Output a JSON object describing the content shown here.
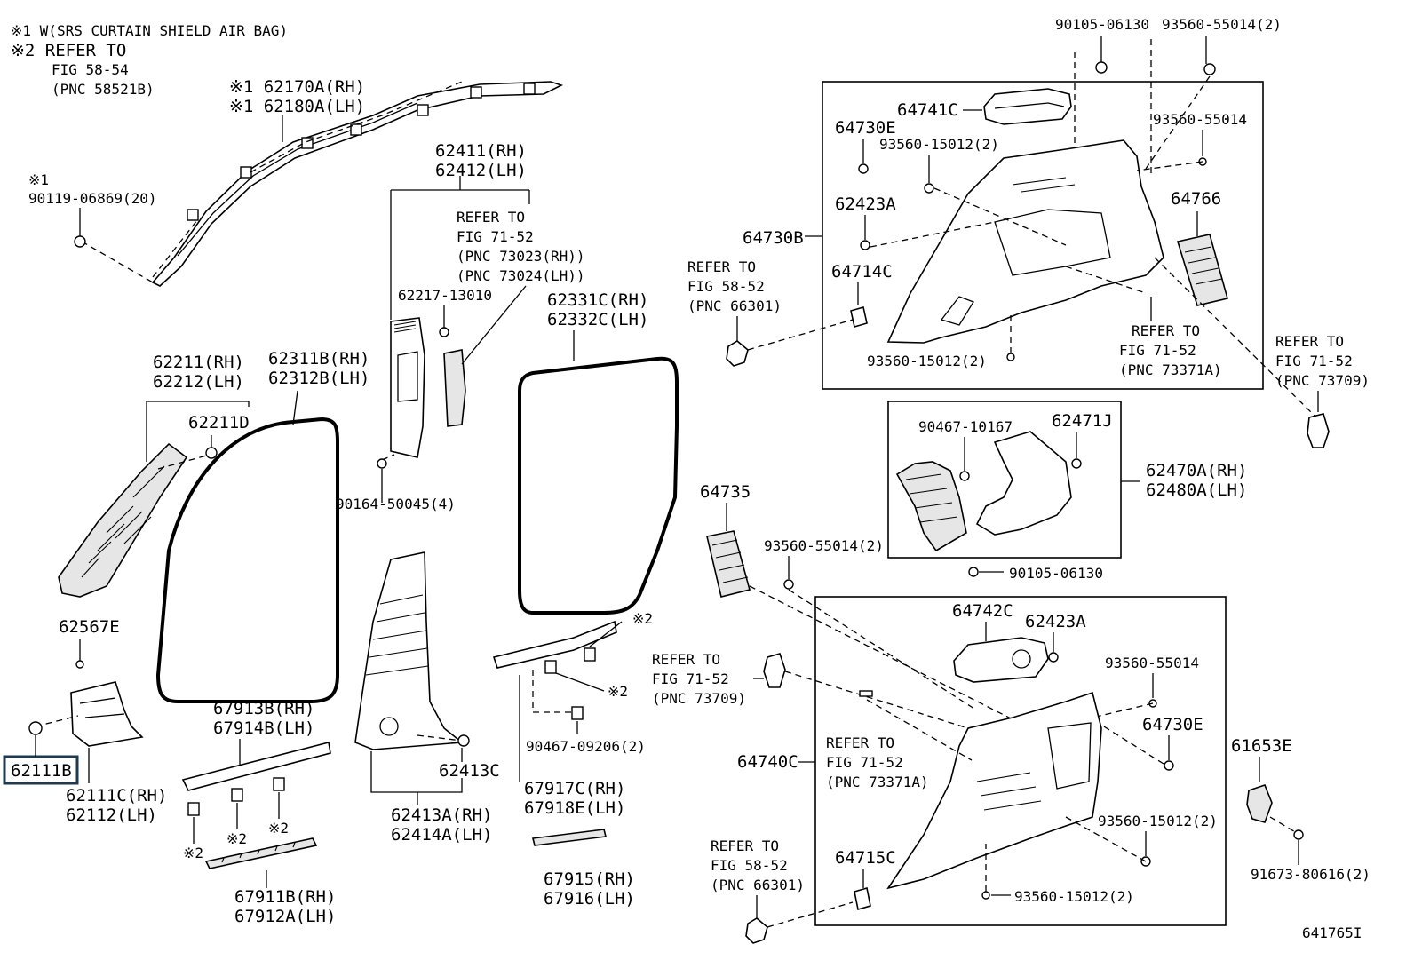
{
  "notes": {
    "note1": "※1 W(SRS CURTAIN SHIELD AIR BAG)",
    "note2_line1": "※2 REFER TO",
    "note2_line2": "FIG 58-54",
    "note2_line3": "(PNC 58521B)"
  },
  "labels": {
    "p62170A": "※1 62170A(RH)",
    "p62180A": "※1 62180A(LH)",
    "p90119_mark": "※1",
    "p90119": "90119-06869(20)",
    "p62411": "62411(RH)",
    "p62412": "62412(LH)",
    "ref_7152_a1": "REFER TO",
    "ref_7152_a2": "FIG 71-52",
    "ref_7152_a3": "(PNC 73023(RH))",
    "ref_7152_a4": "(PNC 73024(LH))",
    "p62217": "62217-13010",
    "p62331C": "62331C(RH)",
    "p62332C": "62332C(LH)",
    "p62211": "62211(RH)",
    "p62212": "62212(LH)",
    "p62211D": "62211D",
    "p62311B": "62311B(RH)",
    "p62312B": "62312B(LH)",
    "p90164": "90164-50045(4)",
    "p62567E": "62567E",
    "p62111B": "62111B",
    "p62111C": "62111C(RH)",
    "p62112": "62112(LH)",
    "p67913B": "67913B(RH)",
    "p67914B": "67914B(LH)",
    "mark2_a": "※2",
    "mark2_b": "※2",
    "mark2_c": "※2",
    "mark2_d": "※2",
    "mark2_e": "※2",
    "p67911B": "67911B(RH)",
    "p67912A": "67912A(LH)",
    "p62413C": "62413C",
    "p62413A": "62413A(RH)",
    "p62414A": "62414A(LH)",
    "p90467_09206": "90467-09206(2)",
    "p67917C": "67917C(RH)",
    "p67918E": "67918E(LH)",
    "p67915": "67915(RH)",
    "p67916": "67916(LH)",
    "p90105_top": "90105-06130",
    "p93560_55014_2_top": "93560-55014(2)",
    "p64741C": "64741C",
    "p64730E_top": "64730E",
    "p93560_15012_2_a": "93560-15012(2)",
    "p93560_55014_r": "93560-55014",
    "p62423A_top": "62423A",
    "p64766": "64766",
    "p64730B": "64730B",
    "ref_5852_a1": "REFER TO",
    "ref_5852_a2": "FIG 58-52",
    "ref_5852_a3": "(PNC 66301)",
    "p64714C": "64714C",
    "ref_7152_b1": "REFER TO",
    "ref_7152_b2": "FIG 71-52",
    "ref_7152_b3": "(PNC 73371A)",
    "p93560_15012_2_b": "93560-15012(2)",
    "ref_7152_c1": "REFER TO",
    "ref_7152_c2": "FIG 71-52",
    "ref_7152_c3": "(PNC 73709)",
    "p90467_10167": "90467-10167",
    "p62471J": "62471J",
    "p62470A": "62470A(RH)",
    "p62480A": "62480A(LH)",
    "p64735": "64735",
    "p93560_55014_2_mid": "93560-55014(2)",
    "p90105_mid": "90105-06130",
    "p64742C": "64742C",
    "p62423A_bot": "62423A",
    "ref_7152_d1": "REFER TO",
    "ref_7152_d2": "FIG 71-52",
    "ref_7152_d3": "(PNC 73709)",
    "p93560_55014_bot": "93560-55014",
    "p64730E_bot": "64730E",
    "ref_7152_e1": "REFER TO",
    "ref_7152_e2": "FIG 71-52",
    "ref_7152_e3": "(PNC 73371A)",
    "p64740C": "64740C",
    "p61653E": "61653E",
    "p93560_15012_2_c": "93560-15012(2)",
    "ref_5852_b1": "REFER TO",
    "ref_5852_b2": "FIG 58-52",
    "ref_5852_b3": "(PNC 66301)",
    "p64715C": "64715C",
    "p93560_15012_2_d": "93560-15012(2)",
    "p91673": "91673-80616(2)",
    "diagram_id": "641765I"
  },
  "colors": {
    "line": "#000000",
    "background": "#ffffff",
    "highlight_border": "#1c3a52"
  }
}
